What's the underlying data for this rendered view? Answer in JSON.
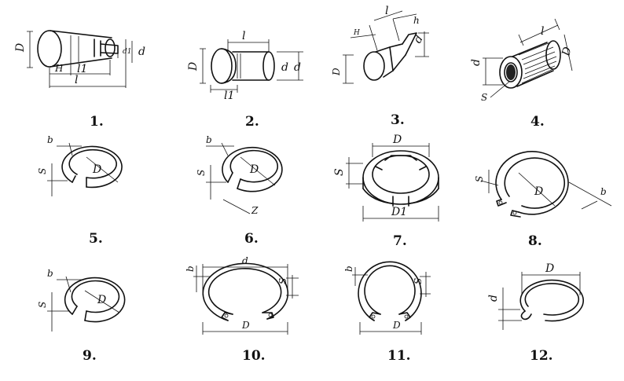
{
  "figures": [
    {
      "number": "1.",
      "labels": [
        "D",
        "H",
        "l1",
        "l",
        "d",
        "d1"
      ]
    },
    {
      "number": "2.",
      "labels": [
        "l",
        "D",
        "l1",
        "d",
        "d"
      ]
    },
    {
      "number": "3.",
      "labels": [
        "l",
        "h",
        "H",
        "d",
        "D"
      ]
    },
    {
      "number": "4.",
      "labels": [
        "l",
        "d",
        "D",
        "S"
      ]
    },
    {
      "number": "5.",
      "labels": [
        "b",
        "S",
        "D"
      ]
    },
    {
      "number": "6.",
      "labels": [
        "b",
        "S",
        "D",
        "Z"
      ]
    },
    {
      "number": "7.",
      "labels": [
        "D",
        "S",
        "D1"
      ]
    },
    {
      "number": "8.",
      "labels": [
        "S",
        "D",
        "b"
      ]
    },
    {
      "number": "9.",
      "labels": [
        "b",
        "S",
        "D"
      ]
    },
    {
      "number": "10.",
      "labels": [
        "d",
        "b",
        "S",
        "D"
      ]
    },
    {
      "number": "11.",
      "labels": [
        "b",
        "S",
        "D"
      ]
    },
    {
      "number": "12.",
      "labels": [
        "D",
        "d"
      ]
    }
  ]
}
